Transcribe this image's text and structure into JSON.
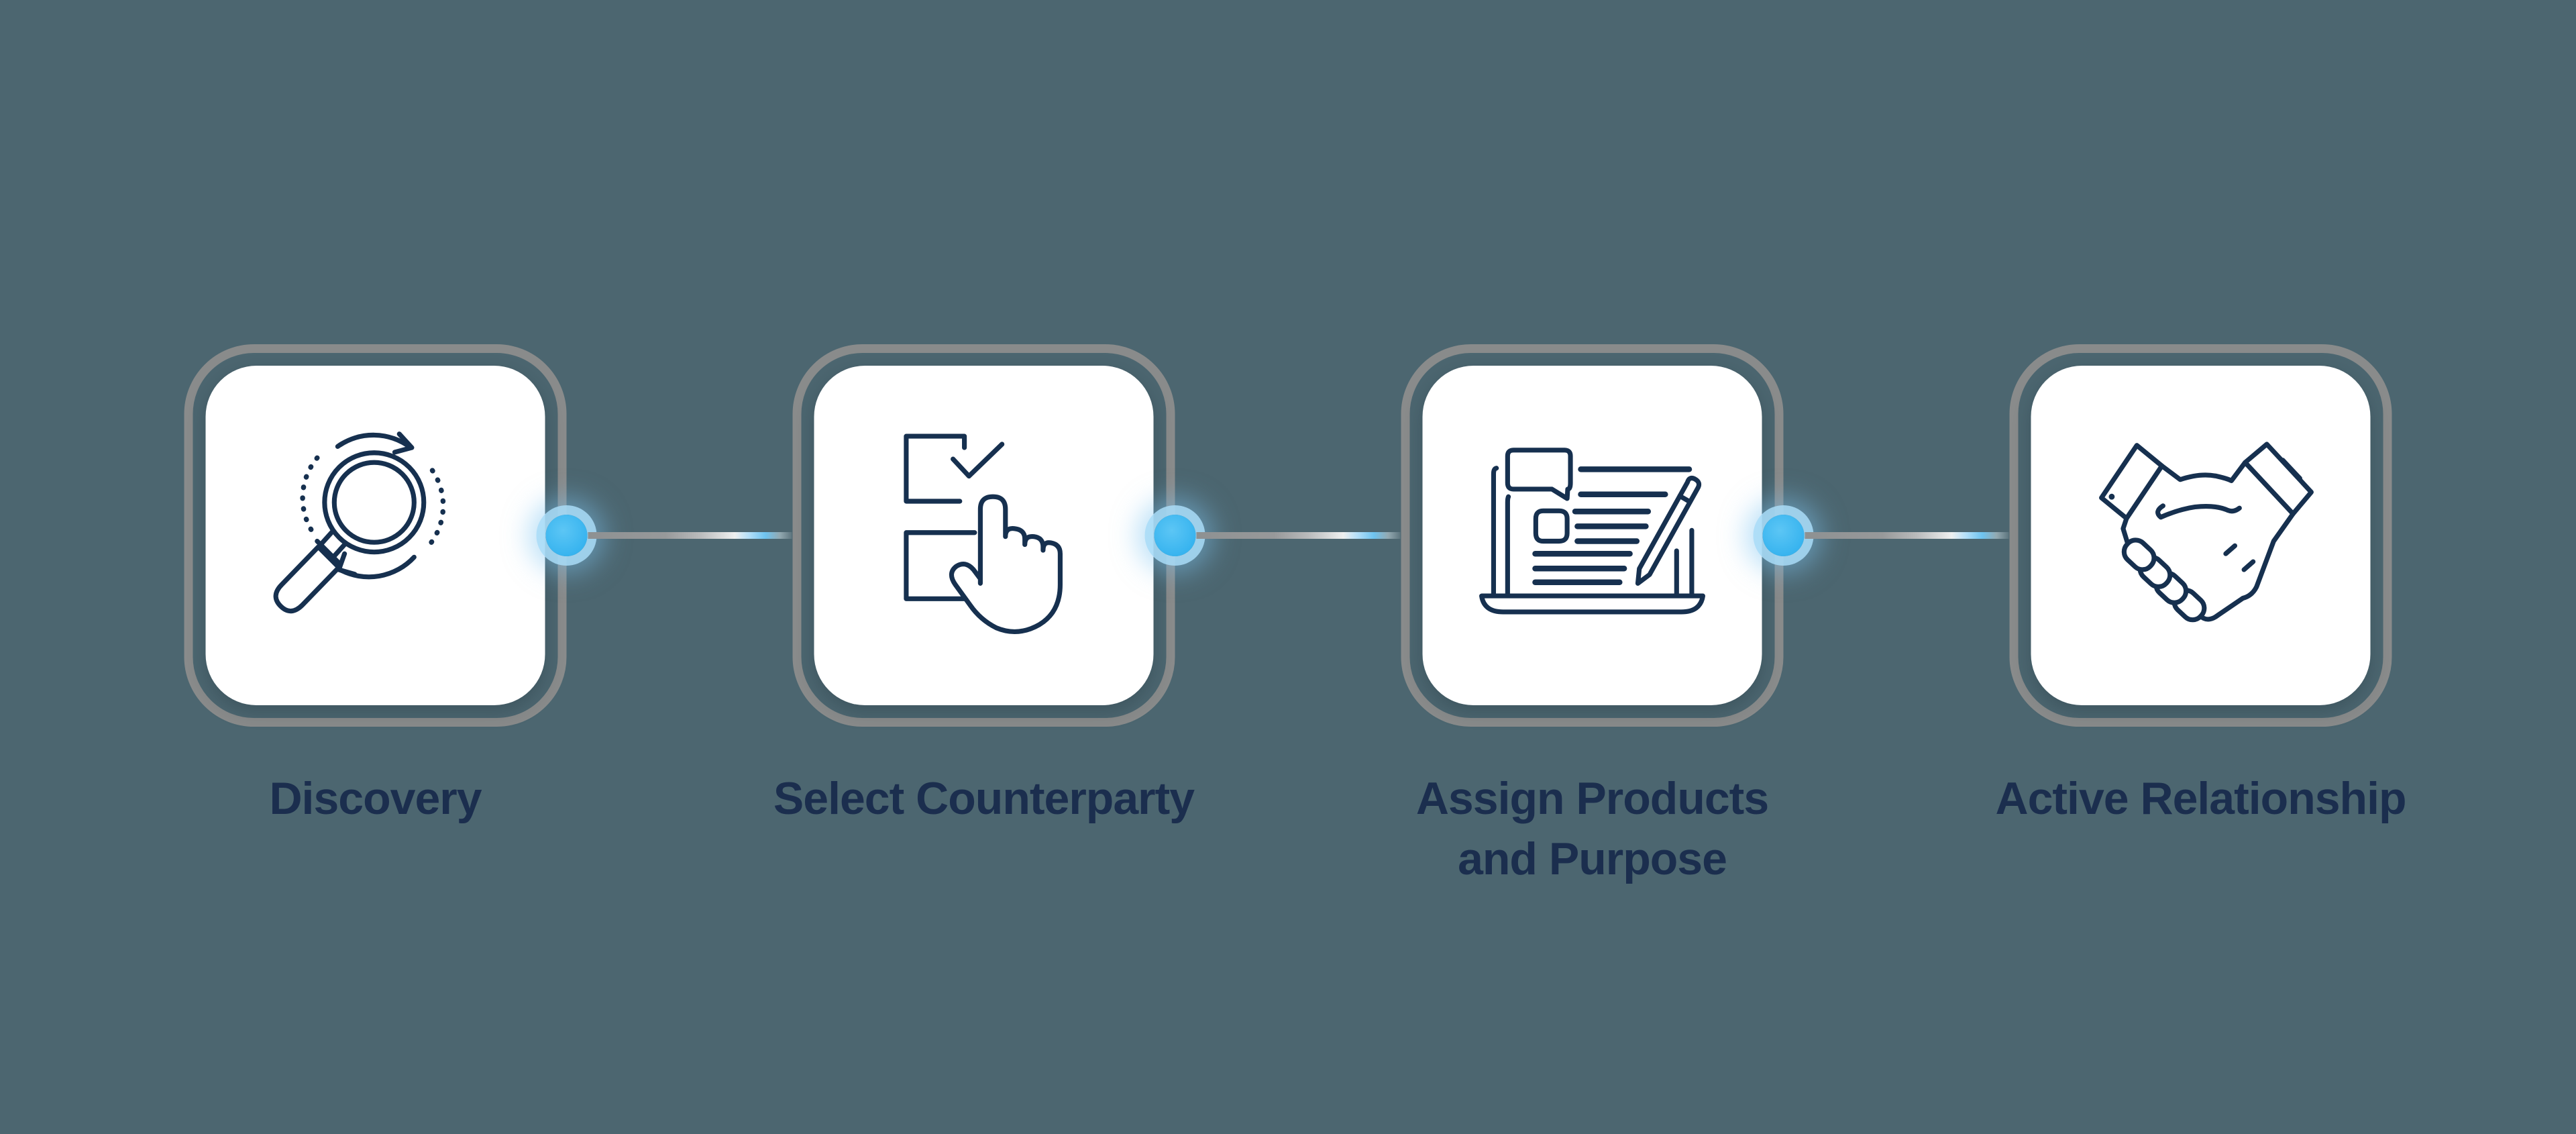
{
  "diagram": {
    "type": "process-flow",
    "steps": [
      {
        "id": "discovery",
        "label": "Discovery",
        "label_lines": [
          "Discovery"
        ],
        "icon": "magnifier-sync-icon"
      },
      {
        "id": "select-counterparty",
        "label": "Select Counterparty",
        "label_lines": [
          "Select Counterparty"
        ],
        "icon": "checklist-select-icon"
      },
      {
        "id": "assign-products",
        "label": "Assign Products and Purpose",
        "label_lines": [
          "Assign Products",
          "and Purpose"
        ],
        "icon": "laptop-edit-icon"
      },
      {
        "id": "active-relationship",
        "label": "Active Relationship",
        "label_lines": [
          "Active Relationship"
        ],
        "icon": "handshake-icon"
      }
    ],
    "connector_count": 3,
    "colors": {
      "background": "#4c6670",
      "card_fill": "#ffffff",
      "card_ring_gray": "#898b8b",
      "icon_stroke_navy": "#16304f",
      "label_text_navy": "#1b2e4e",
      "dot_blue": "#3eb9f1",
      "dot_glow": "#a9dcf7",
      "line_gray": "#909394",
      "line_blue": "#6ec3ef"
    }
  }
}
